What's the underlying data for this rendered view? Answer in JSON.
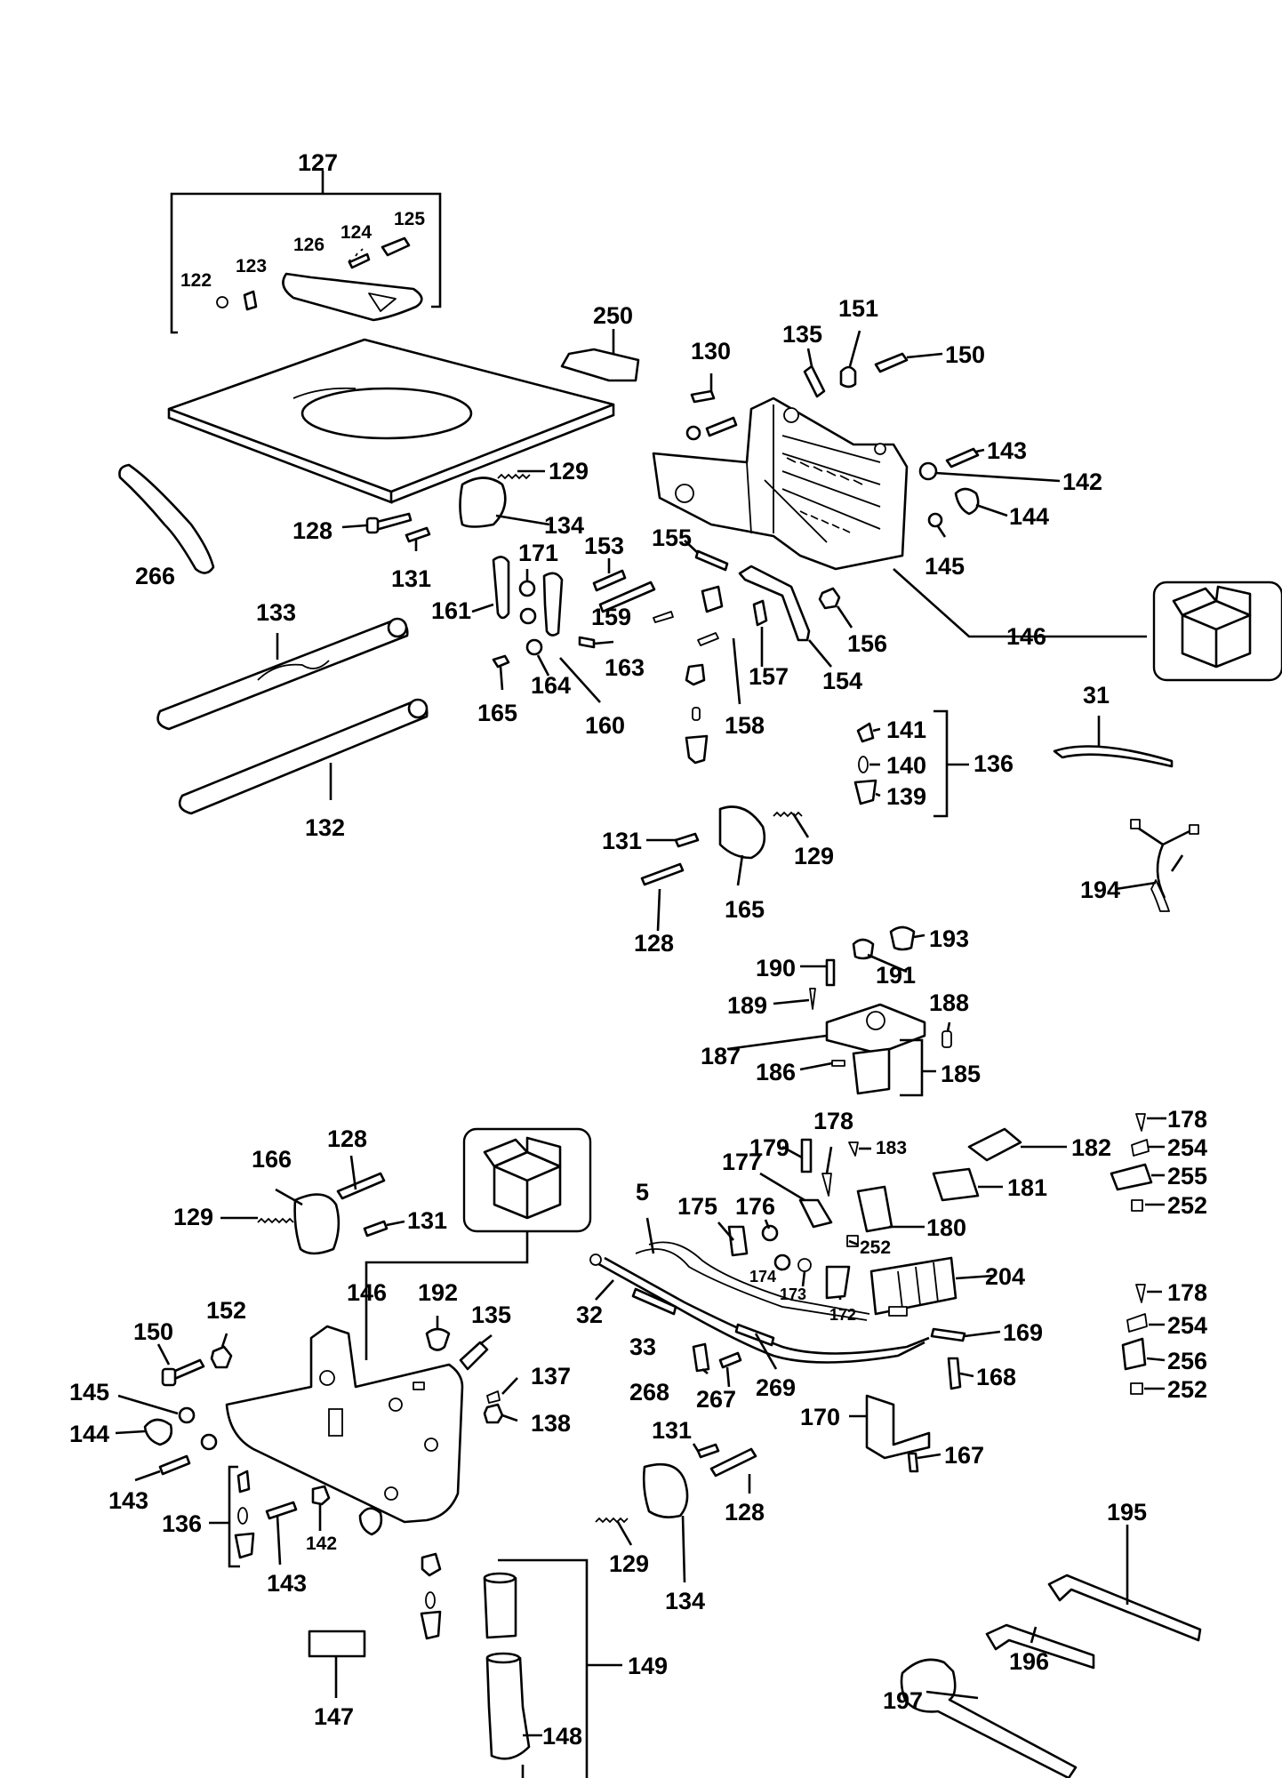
{
  "diagram": {
    "labels": {
      "l127": "127",
      "l126": "126",
      "l124": "124",
      "l125": "125",
      "l122": "122",
      "l123": "123",
      "l250": "250",
      "l130": "130",
      "l135a": "135",
      "l151": "151",
      "l150": "150",
      "l143a": "143",
      "l142a": "142",
      "l144a": "144",
      "l145a": "145",
      "l146a": "146",
      "l129a": "129",
      "l128a": "128",
      "l134a": "134",
      "l131a": "131",
      "l266": "266",
      "l153": "153",
      "l171": "171",
      "l155": "155",
      "l161": "161",
      "l159": "159",
      "l163": "163",
      "l165a": "165",
      "l164": "164",
      "l160": "160",
      "l157": "157",
      "l154": "154",
      "l156": "156",
      "l158": "158",
      "l133": "133",
      "l132": "132",
      "l141": "141",
      "l140": "140",
      "l139": "139",
      "l136a": "136",
      "l31": "31",
      "l131b": "131",
      "l129b": "129",
      "l165b": "165",
      "l128b": "128",
      "l194": "194",
      "l193": "193",
      "l190": "190",
      "l191": "191",
      "l189": "189",
      "l188": "188",
      "l187": "187",
      "l186": "186",
      "l185": "185",
      "l179": "179",
      "l178a": "178",
      "l183": "183",
      "l182": "182",
      "l178b": "178",
      "l254a": "254",
      "l255": "255",
      "l252a": "252",
      "l177": "177",
      "l181": "181",
      "l5": "5",
      "l175": "175",
      "l176": "176",
      "l180": "180",
      "l252b": "252",
      "l174": "174",
      "l173": "173",
      "l172": "172",
      "l204": "204",
      "l32": "32",
      "l33": "33",
      "l268": "268",
      "l267": "267",
      "l269": "269",
      "l169": "169",
      "l168": "168",
      "l178c": "178",
      "l254b": "254",
      "l256": "256",
      "l252c": "252",
      "l170": "170",
      "l167": "167",
      "l166": "166",
      "l128c": "128",
      "l129c": "129",
      "l131c": "131",
      "l146b": "146",
      "l192": "192",
      "l135b": "135",
      "l152": "152",
      "l150b": "150",
      "l137": "137",
      "l138": "138",
      "l145b": "145",
      "l144b": "144",
      "l143b": "143",
      "l136b": "136",
      "l142b": "142",
      "l143c": "143",
      "l131d": "131",
      "l128d": "128",
      "l129d": "129",
      "l134b": "134",
      "l147": "147",
      "l149": "149",
      "l148": "148",
      "l195": "195",
      "l196": "196",
      "l197": "197"
    },
    "icons": {
      "kit_box_right": "open-box-icon",
      "kit_box_left": "open-box-icon"
    }
  }
}
